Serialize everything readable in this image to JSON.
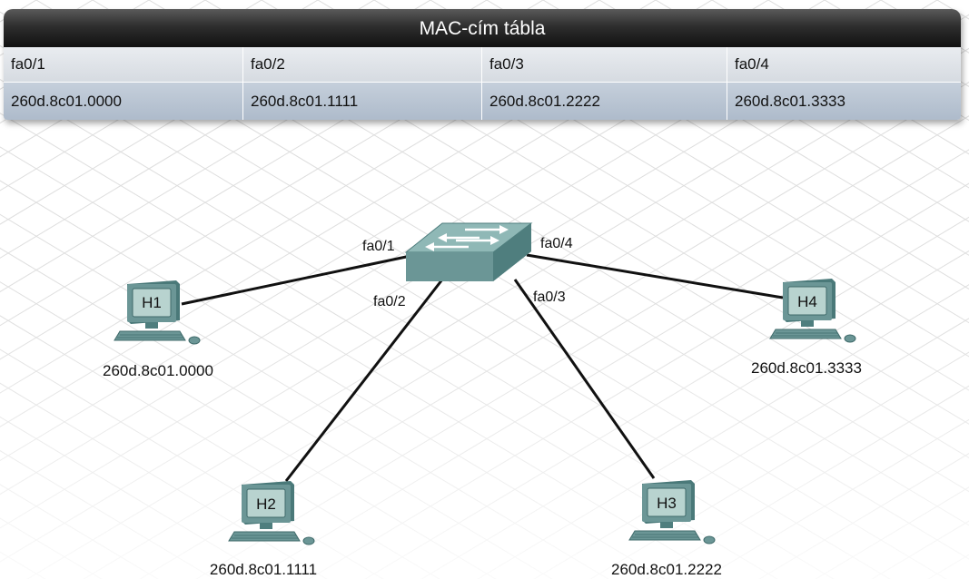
{
  "mac_table": {
    "title": "MAC-cím tábla",
    "ports": [
      "fa0/1",
      "fa0/2",
      "fa0/3",
      "fa0/4"
    ],
    "macs": [
      "260d.8c01.0000",
      "260d.8c01.1111",
      "260d.8c01.2222",
      "260d.8c01.3333"
    ]
  },
  "diagram": {
    "hosts": [
      {
        "name": "H1",
        "mac": "260d.8c01.0000"
      },
      {
        "name": "H2",
        "mac": "260d.8c01.1111"
      },
      {
        "name": "H3",
        "mac": "260d.8c01.2222"
      },
      {
        "name": "H4",
        "mac": "260d.8c01.3333"
      }
    ],
    "port_labels": [
      "fa0/1",
      "fa0/2",
      "fa0/3",
      "fa0/4"
    ],
    "colors": {
      "device": "#6b9696",
      "device_dark": "#3f6a6a",
      "screen": "#b8d3cf",
      "link": "#111111",
      "grid": "#dcdcdc"
    }
  }
}
